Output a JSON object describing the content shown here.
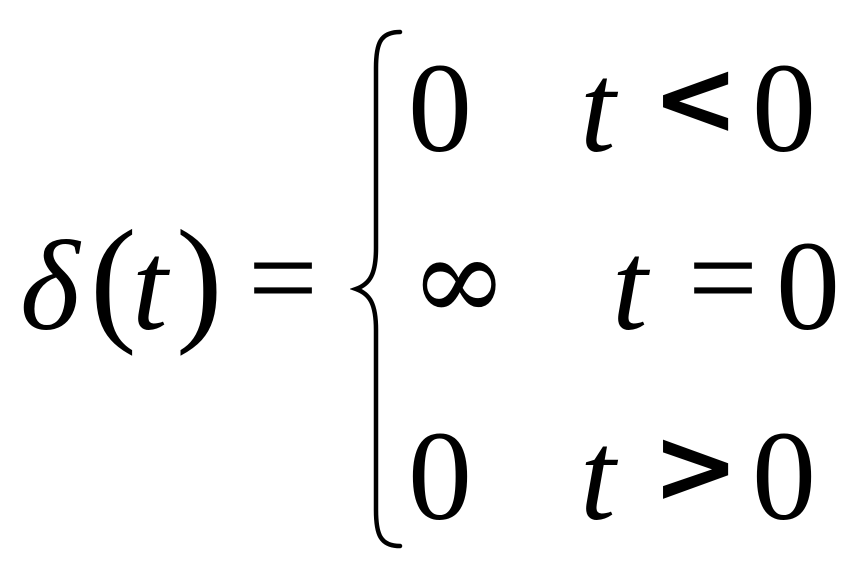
{
  "equation": {
    "lhs": {
      "function": "δ",
      "open_paren": "(",
      "variable": "t",
      "close_paren": ")",
      "equals": "="
    },
    "cases": [
      {
        "value": "0",
        "variable": "t",
        "relation": "<",
        "threshold": "0"
      },
      {
        "value": "∞",
        "variable": "t",
        "relation": "=",
        "threshold": "0"
      },
      {
        "value": "0",
        "variable": "t",
        "relation": ">",
        "threshold": "0"
      }
    ],
    "color": "#000000"
  }
}
